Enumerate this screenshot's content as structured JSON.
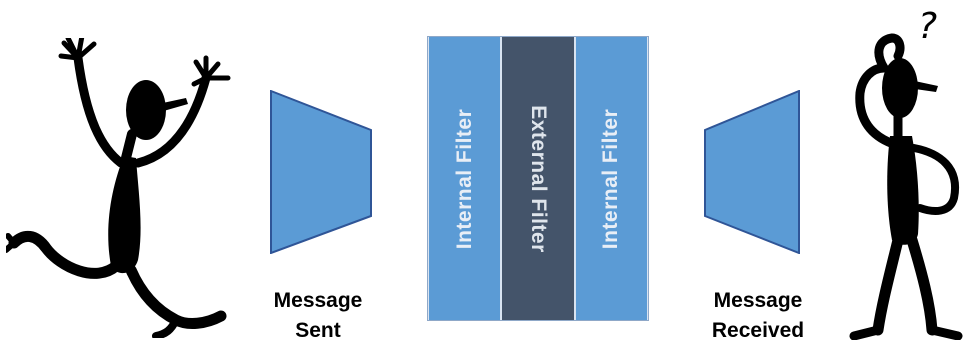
{
  "colors": {
    "funnel_fill": "#5b9bd5",
    "funnel_stroke": "#2f5597",
    "internal_fill": "#5b9bd5",
    "external_fill": "#44546a",
    "internal_text": "#e8eef6",
    "external_text": "#dfe5ec"
  },
  "sender": {
    "icon": "dancing-person-icon",
    "caption_line1": "Message",
    "caption_line2": "Sent"
  },
  "receiver": {
    "icon": "confused-person-icon",
    "question_mark": "?",
    "caption_line1": "Message",
    "caption_line2": "Received"
  },
  "filters": [
    {
      "label": "Internal Filter",
      "kind": "internal"
    },
    {
      "label": "External Filter",
      "kind": "external"
    },
    {
      "label": "Internal Filter",
      "kind": "internal"
    }
  ]
}
